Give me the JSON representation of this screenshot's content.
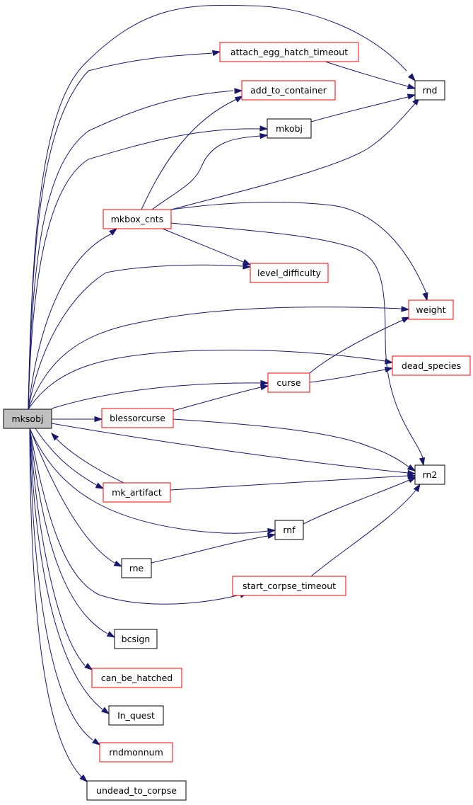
{
  "graph": {
    "colors": {
      "edge": "#191970",
      "focus_fill": "#bfbfbf",
      "focus_border": "#000000",
      "documented_border": "#000000",
      "undocumented_border": "#ff0000"
    },
    "nodes": [
      {
        "id": "mksobj",
        "label": "mksobj",
        "kind": "focus"
      },
      {
        "id": "attach_egg_hatch_timeout",
        "label": "attach_egg_hatch_timeout",
        "kind": "red"
      },
      {
        "id": "rnd",
        "label": "rnd",
        "kind": "black"
      },
      {
        "id": "add_to_container",
        "label": "add_to_container",
        "kind": "red"
      },
      {
        "id": "mkobj",
        "label": "mkobj",
        "kind": "black"
      },
      {
        "id": "mkbox_cnts",
        "label": "mkbox_cnts",
        "kind": "red"
      },
      {
        "id": "level_difficulty",
        "label": "level_difficulty",
        "kind": "red"
      },
      {
        "id": "weight",
        "label": "weight",
        "kind": "red"
      },
      {
        "id": "dead_species",
        "label": "dead_species",
        "kind": "red"
      },
      {
        "id": "curse",
        "label": "curse",
        "kind": "red"
      },
      {
        "id": "blessorcurse",
        "label": "blessorcurse",
        "kind": "red"
      },
      {
        "id": "rn2",
        "label": "rn2",
        "kind": "black"
      },
      {
        "id": "mk_artifact",
        "label": "mk_artifact",
        "kind": "red"
      },
      {
        "id": "rnf",
        "label": "rnf",
        "kind": "black"
      },
      {
        "id": "rne",
        "label": "rne",
        "kind": "black"
      },
      {
        "id": "start_corpse_timeout",
        "label": "start_corpse_timeout",
        "kind": "red"
      },
      {
        "id": "bcsign",
        "label": "bcsign",
        "kind": "black"
      },
      {
        "id": "can_be_hatched",
        "label": "can_be_hatched",
        "kind": "red"
      },
      {
        "id": "In_quest",
        "label": "In_quest",
        "kind": "black"
      },
      {
        "id": "rndmonnum",
        "label": "rndmonnum",
        "kind": "red"
      },
      {
        "id": "undead_to_corpse",
        "label": "undead_to_corpse",
        "kind": "black"
      }
    ],
    "edges": [
      {
        "from": "mksobj",
        "to": "attach_egg_hatch_timeout"
      },
      {
        "from": "mksobj",
        "to": "rnd"
      },
      {
        "from": "mksobj",
        "to": "add_to_container"
      },
      {
        "from": "mksobj",
        "to": "mkobj"
      },
      {
        "from": "mksobj",
        "to": "mkbox_cnts"
      },
      {
        "from": "mksobj",
        "to": "level_difficulty"
      },
      {
        "from": "mksobj",
        "to": "weight"
      },
      {
        "from": "mksobj",
        "to": "dead_species"
      },
      {
        "from": "mksobj",
        "to": "curse"
      },
      {
        "from": "mksobj",
        "to": "blessorcurse"
      },
      {
        "from": "mksobj",
        "to": "rn2"
      },
      {
        "from": "mksobj",
        "to": "mk_artifact"
      },
      {
        "from": "mksobj",
        "to": "rnf"
      },
      {
        "from": "mksobj",
        "to": "rne"
      },
      {
        "from": "mksobj",
        "to": "start_corpse_timeout"
      },
      {
        "from": "mksobj",
        "to": "bcsign"
      },
      {
        "from": "mksobj",
        "to": "can_be_hatched"
      },
      {
        "from": "mksobj",
        "to": "In_quest"
      },
      {
        "from": "mksobj",
        "to": "rndmonnum"
      },
      {
        "from": "mksobj",
        "to": "undead_to_corpse"
      },
      {
        "from": "attach_egg_hatch_timeout",
        "to": "rnd"
      },
      {
        "from": "mkobj",
        "to": "rnd"
      },
      {
        "from": "mkbox_cnts",
        "to": "add_to_container"
      },
      {
        "from": "mkbox_cnts",
        "to": "mkobj"
      },
      {
        "from": "mkbox_cnts",
        "to": "rnd"
      },
      {
        "from": "mkbox_cnts",
        "to": "weight"
      },
      {
        "from": "mkbox_cnts",
        "to": "rn2"
      },
      {
        "from": "mkbox_cnts",
        "to": "level_difficulty"
      },
      {
        "from": "curse",
        "to": "weight"
      },
      {
        "from": "curse",
        "to": "dead_species"
      },
      {
        "from": "blessorcurse",
        "to": "curse"
      },
      {
        "from": "blessorcurse",
        "to": "rn2"
      },
      {
        "from": "mk_artifact",
        "to": "rn2"
      },
      {
        "from": "mk_artifact",
        "to": "mksobj"
      },
      {
        "from": "rnf",
        "to": "rn2"
      },
      {
        "from": "rne",
        "to": "rnf"
      },
      {
        "from": "start_corpse_timeout",
        "to": "rn2"
      }
    ]
  }
}
